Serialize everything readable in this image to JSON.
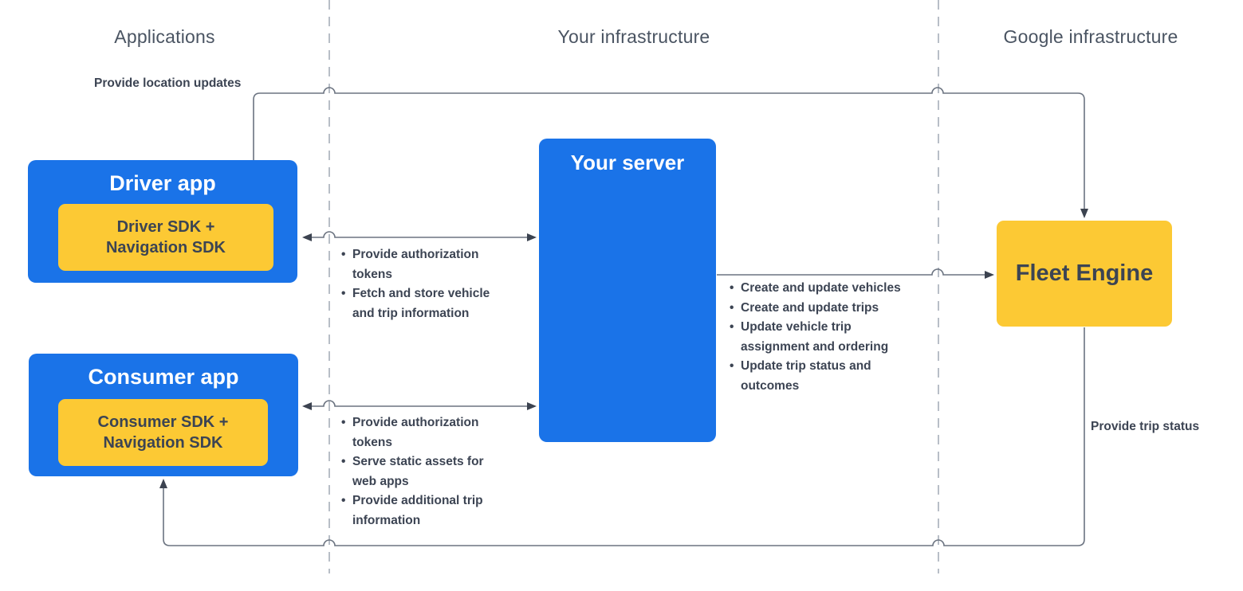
{
  "columns": [
    {
      "label": "Applications"
    },
    {
      "label": "Your infrastructure"
    },
    {
      "label": "Google infrastructure"
    }
  ],
  "nodes": {
    "driver_app": {
      "title": "Driver app",
      "sdk": "Driver SDK +\nNavigation SDK"
    },
    "consumer_app": {
      "title": "Consumer app",
      "sdk": "Consumer SDK +\nNavigation SDK"
    },
    "your_server": {
      "title": "Your server"
    },
    "fleet_engine": {
      "title": "Fleet Engine"
    }
  },
  "edges": {
    "location_updates": {
      "label": "Provide location updates"
    },
    "driver_server": {
      "items": [
        "Provide authorization tokens",
        "Fetch and store vehicle and trip information"
      ]
    },
    "server_fleet": {
      "items": [
        "Create and update vehicles",
        "Create and update trips",
        "Update vehicle trip assignment and ordering",
        "Update trip status and outcomes"
      ]
    },
    "consumer_server": {
      "items": [
        "Provide authorization tokens",
        "Serve static assets for web apps",
        "Provide additional trip information"
      ]
    },
    "trip_status": {
      "label": "Provide trip status"
    }
  },
  "colors": {
    "blue": "#1a73e8",
    "yellow": "#fcc934",
    "dark": "#3c4453",
    "line": "#6b7380",
    "arrow": "#3c4350",
    "divider": "#b8bec7",
    "header": "#4a5462",
    "bg": "#ffffff"
  }
}
